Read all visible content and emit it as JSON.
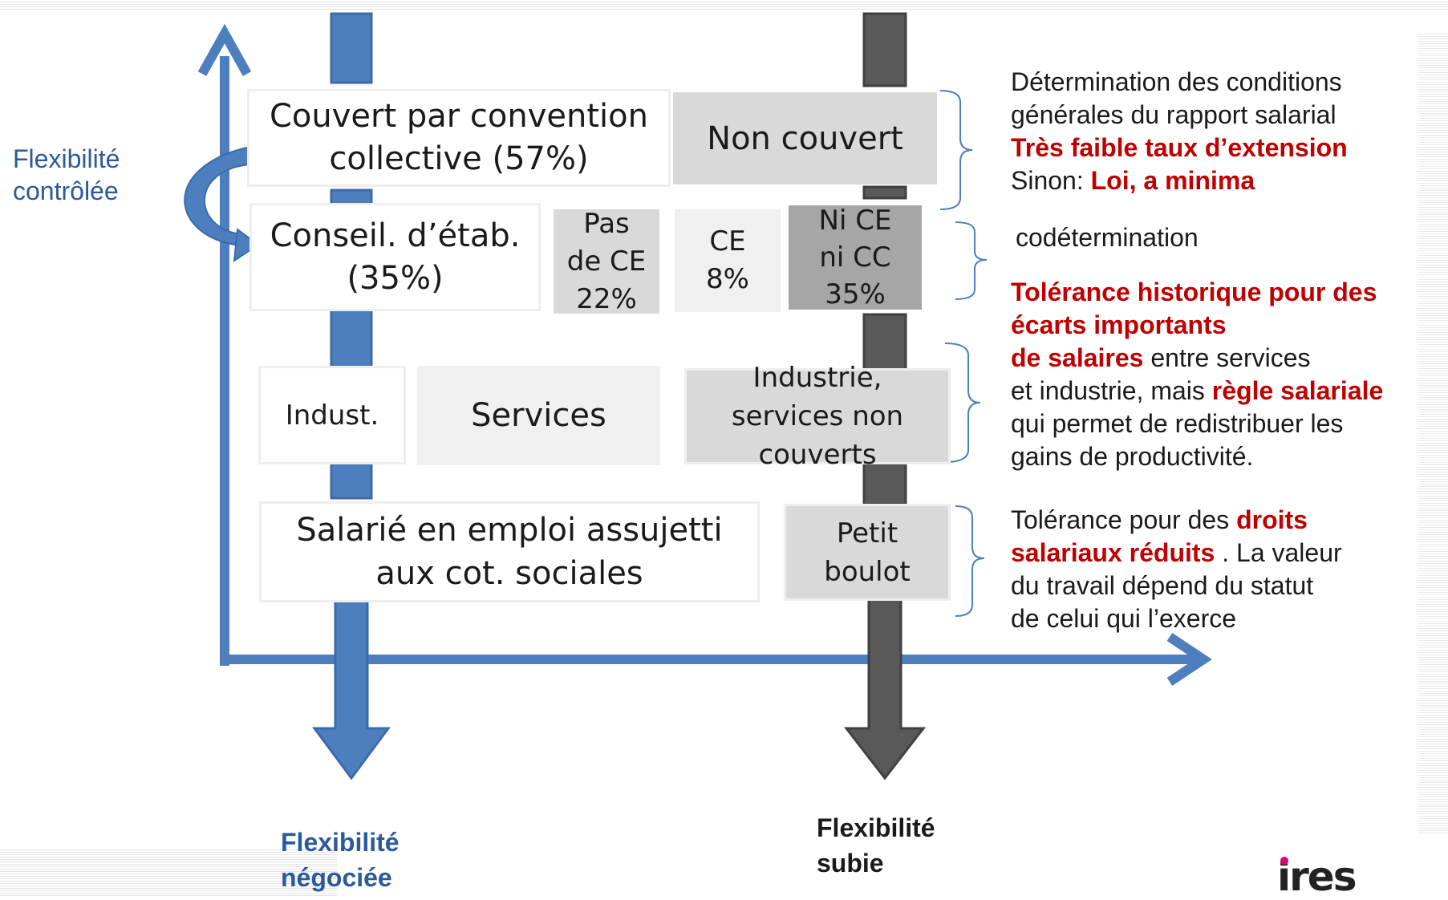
{
  "boxes": {
    "couvert": "Couvert par convention\ncollective (57%)",
    "non_couvert": "Non couvert",
    "conseil": "Conseil. d’étab.\n(35%)",
    "pas_ce": "Pas\nde CE\n22%",
    "ce": "CE\n8%",
    "ni_ce": "Ni CE\nni CC\n35%",
    "indust": "Indust.",
    "services": "Services",
    "industrie_services": "Industrie,\nservices non\ncouverts",
    "salarie": "Salarié en emploi assujetti\naux cot. sociales",
    "petit_boulot": "Petit\nboulot"
  },
  "notes": {
    "n1_l1": "Détermination des conditions",
    "n1_l2": "générales du rapport salarial",
    "n1_l3": "Très faible taux d’extension",
    "n1_l4a": "Sinon: ",
    "n1_l4b": "Loi, a minima",
    "n2": "codétermination",
    "n3_l1": "Tolérance historique pour des",
    "n3_l2": " écarts importants",
    "n3_l3a": "de salaires",
    "n3_l3b": " entre services",
    "n3_l4a": "et industrie, mais ",
    "n3_l4b": "règle salariale",
    "n3_l5": "qui permet de redistribuer les",
    "n3_l6": "gains de productivité.",
    "n4_l1a": "Tolérance pour des ",
    "n4_l1b": "droits",
    "n4_l2a": "salariaux réduits",
    "n4_l2b": " . La valeur",
    "n4_l3": "du travail dépend du statut",
    "n4_l4": "de celui qui l’exerce"
  },
  "axis_labels": {
    "controlee_1": "Flexibilité",
    "controlee_2": "contrôlée",
    "negociee_1": "Flexibilité",
    "negociee_2": "négociée",
    "subie_1": "Flexibilité",
    "subie_2": "subie"
  },
  "logo": "ires",
  "colors": {
    "axis_blue": "#4d7fbf",
    "dark_arrow": "#595959",
    "accent_red": "#c00000"
  }
}
